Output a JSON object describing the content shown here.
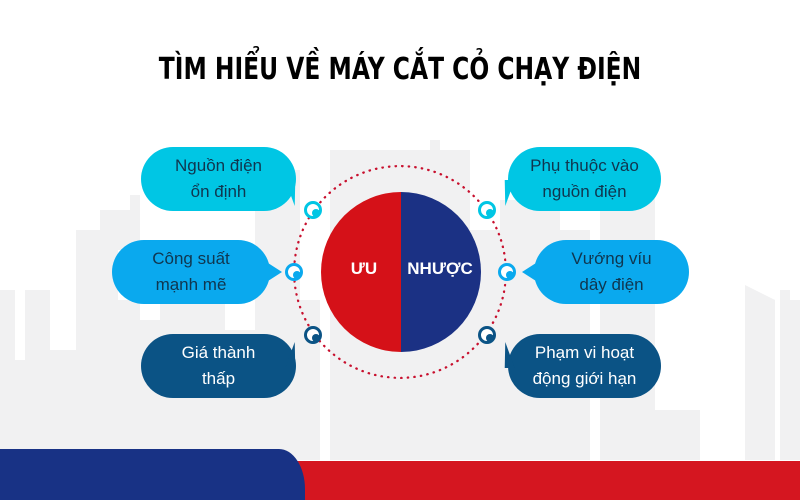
{
  "title": "TÌM HIỂU VỀ MÁY CẮT CỎ CHẠY ĐIỆN",
  "center": {
    "pro_label": "ƯU",
    "con_label": "NHƯỢC"
  },
  "advantages": [
    {
      "text": "Nguồn điện\nổn định",
      "color": "#00C6E4"
    },
    {
      "text": "Công suất\nmạnh mẽ",
      "color": "#0AA9EE"
    },
    {
      "text": "Giá thành\nthấp",
      "color": "#0B5385"
    }
  ],
  "disadvantages": [
    {
      "text": "Phụ thuộc vào\nnguồn điện",
      "color": "#00C6E4"
    },
    {
      "text": "Vướng víu\ndây điện",
      "color": "#0AA9EE"
    },
    {
      "text": "Phạm vi hoạt\nđộng giới hạn",
      "color": "#0B5385"
    }
  ],
  "colors": {
    "pro": "#D51118",
    "con": "#1B3184",
    "ring_dots": "#C8102E",
    "background_skyline": "#F1F1F2",
    "band_red": "#D51620",
    "band_blue": "#183285"
  }
}
